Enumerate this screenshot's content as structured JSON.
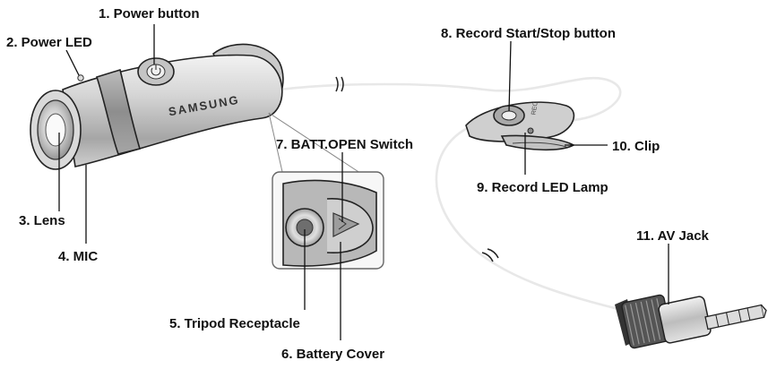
{
  "brand": "SAMSUNG",
  "rec_mark": "REC",
  "labels": {
    "power_button": "1. Power button",
    "power_led": "2. Power LED",
    "lens": "3. Lens",
    "mic": "4. MIC",
    "tripod_receptacle": "5. Tripod Receptacle",
    "battery_cover": "6. Battery Cover",
    "batt_open_switch": "7. BATT.OPEN Switch",
    "record_button": "8. Record Start/Stop button",
    "record_led": "9. Record LED Lamp",
    "clip": "10. Clip",
    "av_jack": "11. AV Jack"
  },
  "colors": {
    "body_light": "#e6e6e6",
    "body_mid": "#b9b9b9",
    "body_dark": "#7c7c7c",
    "band": "#9a9a9a",
    "line": "#222222"
  }
}
